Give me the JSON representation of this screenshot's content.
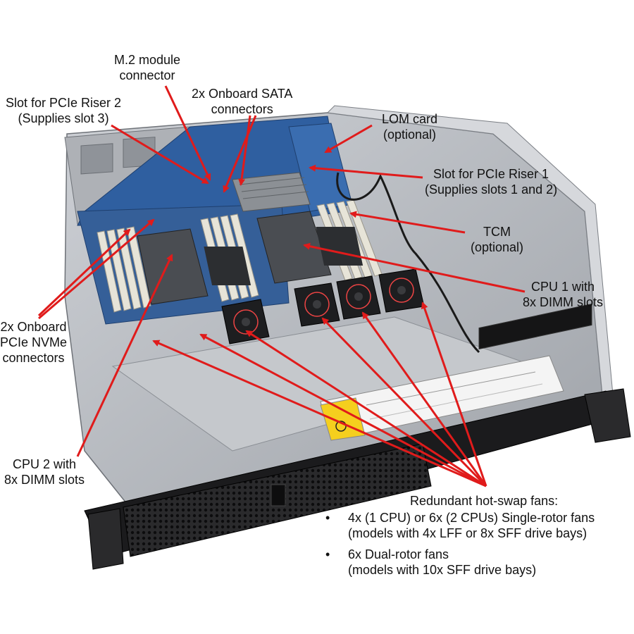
{
  "labels": {
    "m2": [
      "M.2 module",
      "connector"
    ],
    "sata": [
      "2x Onboard SATA",
      "connectors"
    ],
    "riser2": [
      "Slot for PCIe Riser 2",
      "(Supplies slot 3)"
    ],
    "lom": [
      "LOM card",
      "(optional)"
    ],
    "riser1": [
      "Slot for PCIe Riser 1",
      "(Supplies slots 1 and 2)"
    ],
    "tcm": [
      "TCM",
      "(optional)"
    ],
    "cpu1": [
      "CPU 1 with",
      "8x DIMM slots"
    ],
    "nvme": [
      "2x Onboard",
      "PCIe NVMe",
      "connectors"
    ],
    "cpu2": [
      "CPU 2 with",
      "8x DIMM slots"
    ]
  },
  "fans": {
    "heading": "Redundant hot-swap fans:",
    "bullets": [
      [
        "4x (1 CPU) or 6x (2 CPUs) Single-rotor fans",
        "(models with 4x LFF or 8x SFF drive bays)"
      ],
      [
        "6x Dual-rotor fans",
        "(models with 10x SFF drive bays)"
      ]
    ]
  },
  "colors": {
    "arrow": "#e01b1b",
    "board": "#2f5fa0",
    "chassis": "#b9bcc2",
    "bezel": "#1b1b1d",
    "dimm": "#e7e4d8"
  },
  "icons": [
    "tm-logo-icon"
  ]
}
